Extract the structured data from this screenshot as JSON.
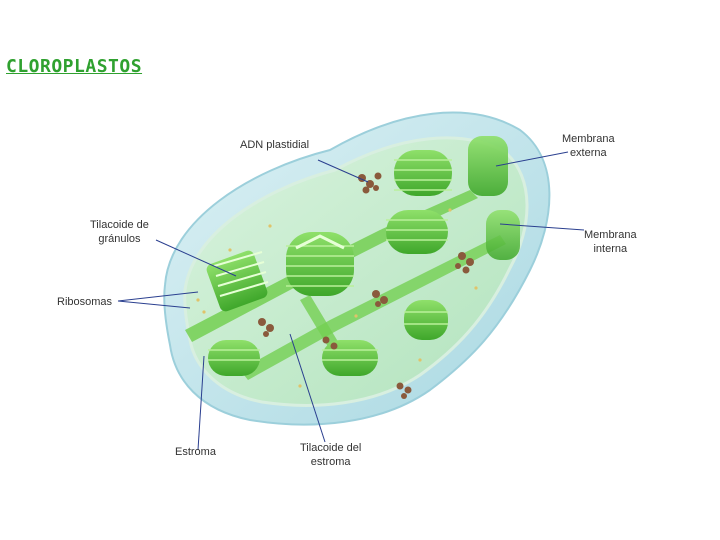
{
  "title": "CLOROPLASTOS",
  "colors": {
    "title": "#2fa12f",
    "leader_line": "#2a3f8f",
    "outer_membrane": "#bfe3ea",
    "stroma": "#c8ecd0",
    "grana": "#5cc23a",
    "dna": "#8a5a3c"
  },
  "labels": {
    "adn": [
      "ADN plastidial"
    ],
    "membrana_externa": [
      "Membrana",
      "externa"
    ],
    "membrana_interna": [
      "Membrana",
      "interna"
    ],
    "tilacoide_granulos": [
      "Tilacoide de",
      "gránulos"
    ],
    "ribosomas": [
      "Ribosomas"
    ],
    "estroma": [
      "Estroma"
    ],
    "tilacoide_estroma": [
      "Tilacoide del",
      "estroma"
    ]
  }
}
